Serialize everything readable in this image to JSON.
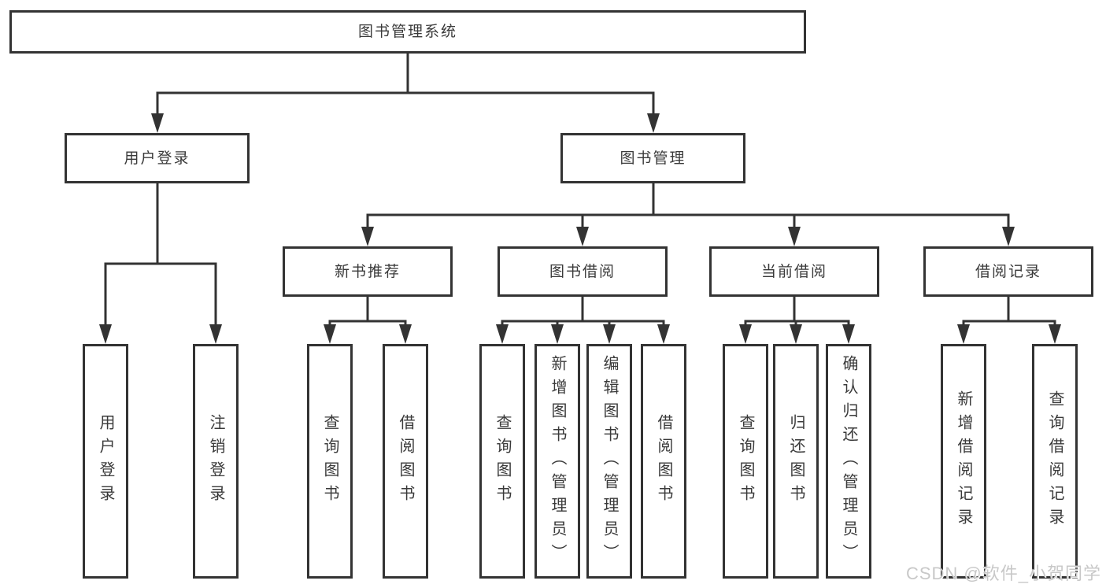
{
  "tree": {
    "root": {
      "label": "图书管理系统",
      "children": [
        {
          "label": "用户登录",
          "children": [
            {
              "label": "用户登录"
            },
            {
              "label": "注销登录"
            }
          ]
        },
        {
          "label": "图书管理",
          "children": [
            {
              "label": "新书推荐",
              "children": [
                {
                  "label": "查询图书"
                },
                {
                  "label": "借阅图书"
                }
              ]
            },
            {
              "label": "图书借阅",
              "children": [
                {
                  "label": "查询图书"
                },
                {
                  "label": "新增图书（管理员）"
                },
                {
                  "label": "编辑图书（管理员）"
                },
                {
                  "label": "借阅图书"
                }
              ]
            },
            {
              "label": "当前借阅",
              "children": [
                {
                  "label": "查询图书"
                },
                {
                  "label": "归还图书"
                },
                {
                  "label": "确认归还（管理员）"
                }
              ]
            },
            {
              "label": "借阅记录",
              "children": [
                {
                  "label": "新增借阅记录"
                },
                {
                  "label": "查询借阅记录"
                }
              ]
            }
          ]
        }
      ]
    }
  },
  "watermark": {
    "text": "CSDN @软件_小贺同学"
  },
  "colors": {
    "line": "#333333",
    "box_border": "#333333",
    "text": "#3a3a3a",
    "background": "#ffffff",
    "watermark": "#c8c8c8"
  }
}
